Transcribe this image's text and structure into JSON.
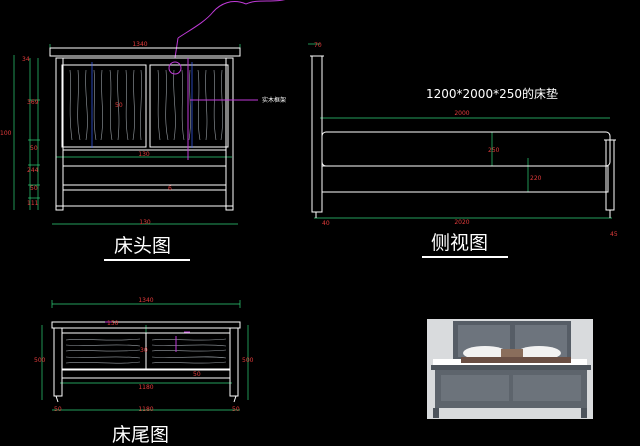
{
  "views": {
    "headboard": {
      "title": "床头图",
      "total_width": "1340",
      "inner_width": "130",
      "bottom_width": "130",
      "heights": [
        "34",
        "369",
        "50",
        "244",
        "50",
        "111"
      ],
      "total_height": "100",
      "callout": "实木框架",
      "misc_dim_1": "6",
      "misc_dim_2": "50"
    },
    "side": {
      "title": "侧视图",
      "mattress_note": "1200*2000*250的床垫",
      "length": "2000",
      "total_length": "2020",
      "mattress_height": "250",
      "rail_height": "220",
      "post_width": "70",
      "left_post": "40",
      "right_post": "45"
    },
    "footboard": {
      "title": "床尾图",
      "total_width": "1340",
      "inner_width": "1180",
      "bottom_width": "1180",
      "left_height": "500",
      "right_height": "500",
      "center_dim": "150",
      "small_dim": "30",
      "rail_dim": "50",
      "bottom_left": "50",
      "bottom_right": "50"
    }
  },
  "colors": {
    "background": "#000000",
    "line": "#ffffff",
    "dimension": "#e23b3b",
    "dimension_line": "#2fd37a",
    "highlight": "#c03ad8",
    "blue_line": "#3b62ff"
  }
}
